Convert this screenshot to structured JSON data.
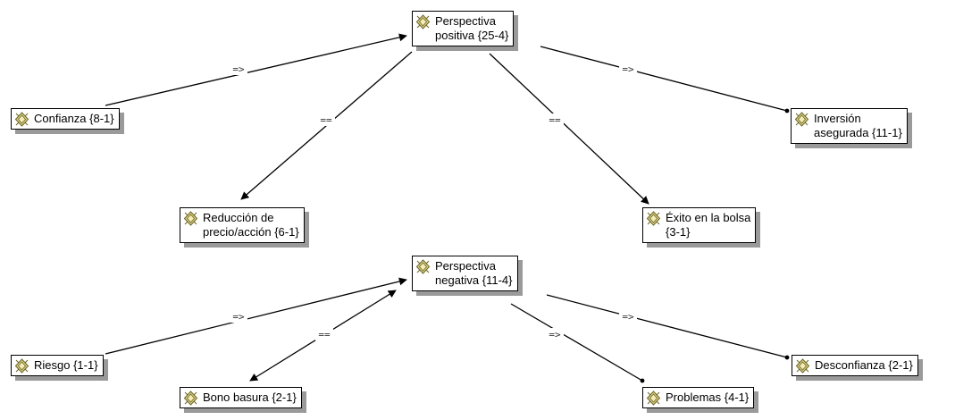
{
  "nodes": [
    {
      "id": "perspectiva-positiva",
      "label": "Perspectiva\npositiva {25-4}"
    },
    {
      "id": "confianza",
      "label": "Confianza {8-1}"
    },
    {
      "id": "inversion-asegurada",
      "label": "Inversión\nasegurada {11-1}"
    },
    {
      "id": "reduccion-precio",
      "label": "Reducción de\nprecio/acción {6-1}"
    },
    {
      "id": "exito-bolsa",
      "label": "Éxito en la bolsa\n{3-1}"
    },
    {
      "id": "perspectiva-negativa",
      "label": "Perspectiva\nnegativa {11-4}"
    },
    {
      "id": "riesgo",
      "label": "Riesgo {1-1}"
    },
    {
      "id": "bono-basura",
      "label": "Bono basura {2-1}"
    },
    {
      "id": "problemas",
      "label": "Problemas {4-1}"
    },
    {
      "id": "desconfianza",
      "label": "Desconfianza {2-1}"
    }
  ],
  "edges": [
    {
      "from": "confianza",
      "to": "perspectiva-positiva",
      "label": "=>",
      "end": "arrow"
    },
    {
      "from": "perspectiva-positiva",
      "to": "inversion-asegurada",
      "label": "=>",
      "end": "dot"
    },
    {
      "from": "perspectiva-positiva",
      "to": "reduccion-precio",
      "label": "==",
      "end": "arrow"
    },
    {
      "from": "perspectiva-positiva",
      "to": "exito-bolsa",
      "label": "==",
      "end": "arrow"
    },
    {
      "from": "riesgo",
      "to": "perspectiva-negativa",
      "label": "=>",
      "end": "arrow"
    },
    {
      "from": "bono-basura",
      "to": "perspectiva-negativa",
      "label": "==",
      "end": "both"
    },
    {
      "from": "perspectiva-negativa",
      "to": "desconfianza",
      "label": "=>",
      "end": "dot"
    },
    {
      "from": "perspectiva-negativa",
      "to": "problemas",
      "label": "=>",
      "end": "dot"
    }
  ],
  "colors": {
    "line": "#000000",
    "shadow": "#9a9a9a",
    "icon_fill": "#d8cf8a",
    "icon_stroke": "#6b6420"
  },
  "icon": "code-icon"
}
